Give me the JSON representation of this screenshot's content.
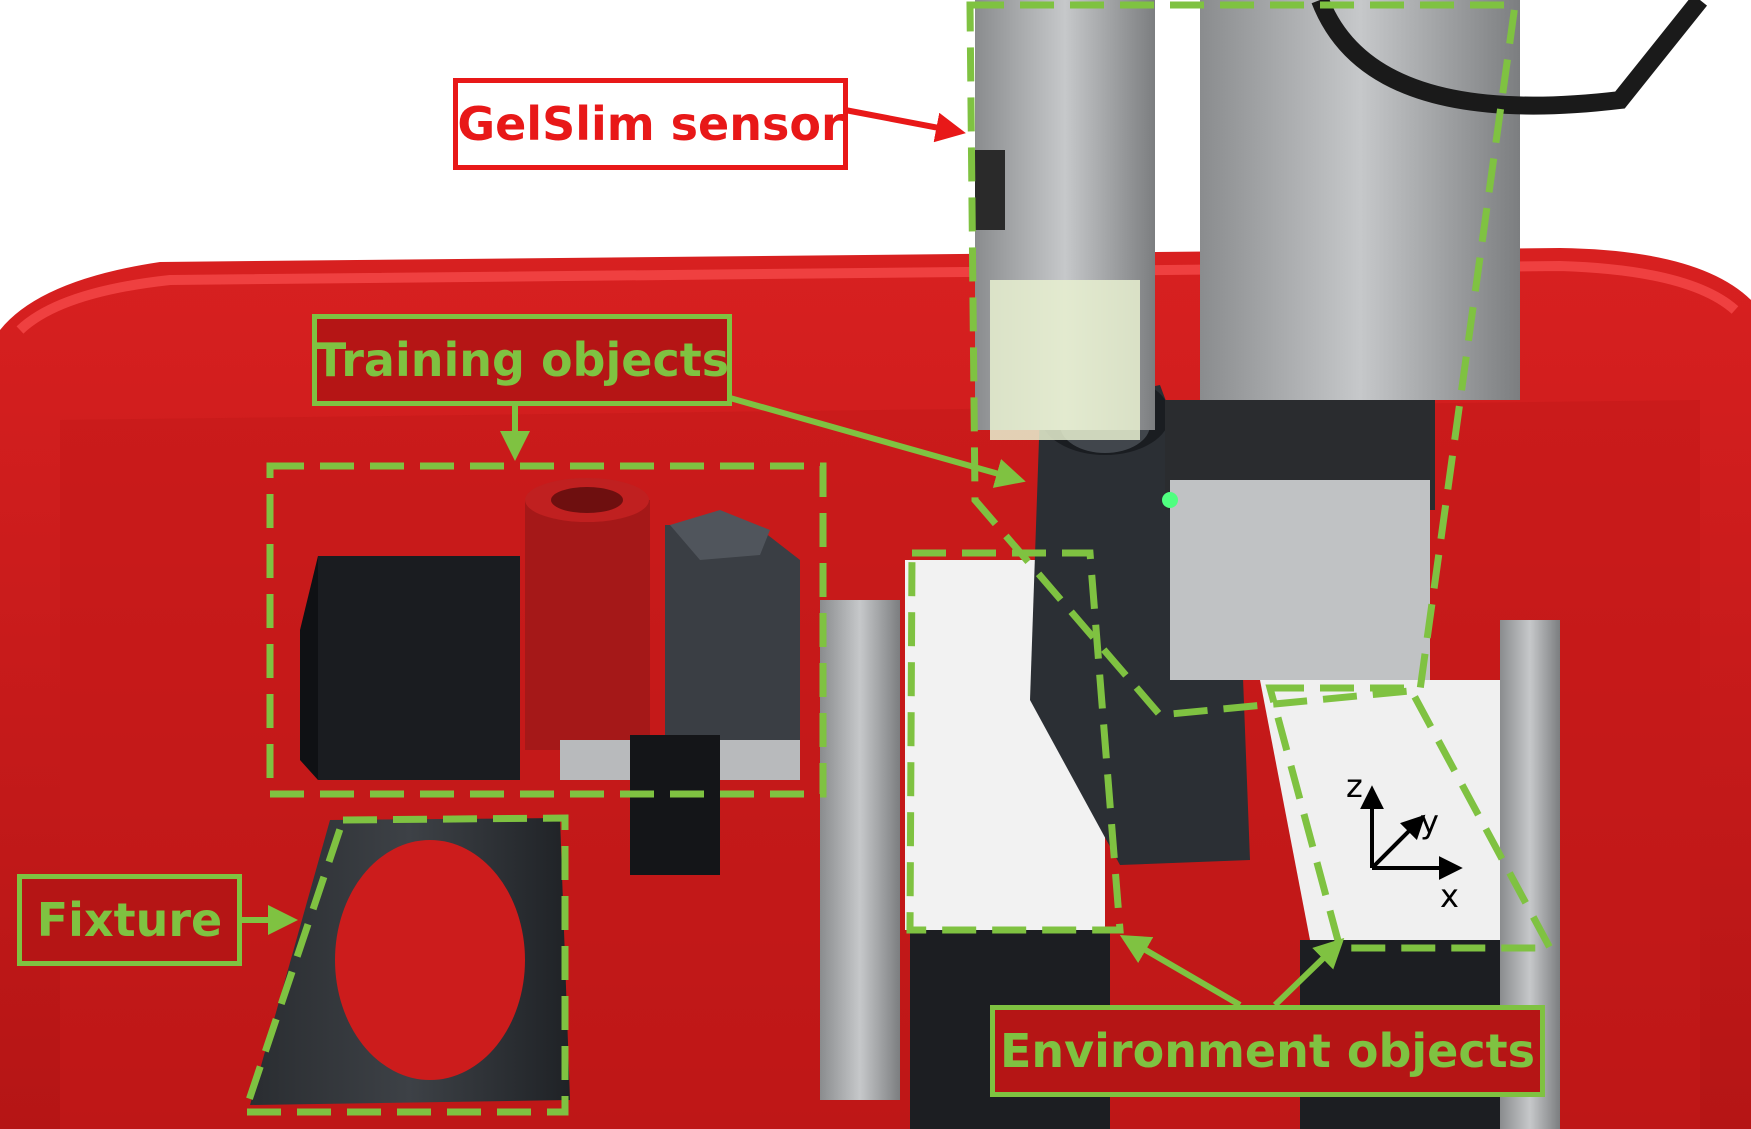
{
  "labels": {
    "gelslim": "GelSlim sensor",
    "training": "Training objects",
    "fixture": "Fixture",
    "environment": "Environment  objects"
  },
  "axes": {
    "z": "z",
    "y": "y",
    "x": "x"
  },
  "colors": {
    "annotation_green": "#7fc241",
    "annotation_red": "#e81818",
    "bin_red": "#c81a1a",
    "object_black": "#1c1e22"
  }
}
